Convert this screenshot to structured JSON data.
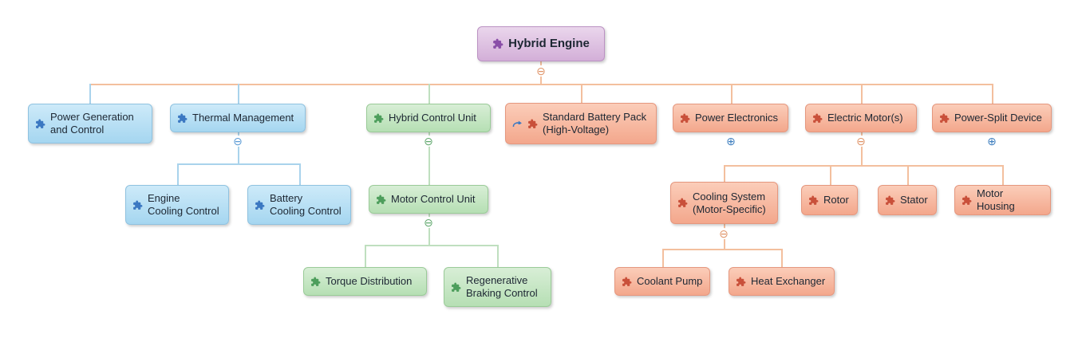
{
  "app": {
    "view": "mind-map-canvas"
  },
  "palette": {
    "node_purple": "#d3afd8",
    "node_blue": "#a5d6f0",
    "node_green": "#b6dfb4",
    "node_salmon": "#f3a78c",
    "edge_peach": "#f3bf9e",
    "edge_blue": "#a9d3ec",
    "edge_green": "#bfdfbf",
    "icon_blue": "#3b78c2",
    "icon_green": "#4d9e5c",
    "icon_red": "#c9503a",
    "icon_purple": "#8a4fa8",
    "toggle_orange": "#e0956a",
    "toggle_blue": "#3f7fbf",
    "toggle_green": "#62a96f"
  },
  "symbols": {
    "expanded": "⊖",
    "collapsed": "⊕"
  },
  "nodes": [
    {
      "label": "Hybrid Engine",
      "color": "purple",
      "icon": "puzzle-icon",
      "parent": null,
      "state": "expanded"
    },
    {
      "label": "Power Generation\nand Control",
      "color": "blue",
      "icon": "puzzle-icon",
      "parent": "Hybrid Engine",
      "state": "leaf"
    },
    {
      "label": "Thermal Management",
      "color": "blue",
      "icon": "puzzle-icon",
      "parent": "Hybrid Engine",
      "state": "expanded"
    },
    {
      "label": "Engine\nCooling Control",
      "color": "blue",
      "icon": "puzzle-icon",
      "parent": "Thermal Management",
      "state": "leaf"
    },
    {
      "label": "Battery\nCooling Control",
      "color": "blue",
      "icon": "puzzle-icon",
      "parent": "Thermal Management",
      "state": "leaf"
    },
    {
      "label": "Hybrid Control Unit",
      "color": "green",
      "icon": "puzzle-icon",
      "parent": "Hybrid Engine",
      "state": "expanded"
    },
    {
      "label": "Motor Control Unit",
      "color": "green",
      "icon": "puzzle-icon",
      "parent": "Hybrid Control Unit",
      "state": "expanded"
    },
    {
      "label": "Torque Distribution",
      "color": "green",
      "icon": "puzzle-icon",
      "parent": "Motor Control Unit",
      "state": "leaf"
    },
    {
      "label": "Regenerative\nBraking Control",
      "color": "green",
      "icon": "puzzle-icon",
      "parent": "Motor Control Unit",
      "state": "leaf"
    },
    {
      "label": "Standard Battery Pack\n(High-Voltage)",
      "color": "salmon",
      "icon": "puzzle-icon",
      "extra_icon": "relationship-arrow-icon",
      "parent": "Hybrid Engine",
      "state": "leaf"
    },
    {
      "label": "Power Electronics",
      "color": "salmon",
      "icon": "puzzle-icon",
      "parent": "Hybrid Engine",
      "state": "collapsed"
    },
    {
      "label": "Electric Motor(s)",
      "color": "salmon",
      "icon": "puzzle-icon",
      "parent": "Hybrid Engine",
      "state": "expanded"
    },
    {
      "label": "Cooling System\n(Motor-Specific)",
      "color": "salmon",
      "icon": "puzzle-icon",
      "parent": "Electric Motor(s)",
      "state": "expanded"
    },
    {
      "label": "Rotor",
      "color": "salmon",
      "icon": "puzzle-icon",
      "parent": "Electric Motor(s)",
      "state": "leaf"
    },
    {
      "label": "Stator",
      "color": "salmon",
      "icon": "puzzle-icon",
      "parent": "Electric Motor(s)",
      "state": "leaf"
    },
    {
      "label": "Motor Housing",
      "color": "salmon",
      "icon": "puzzle-icon",
      "parent": "Electric Motor(s)",
      "state": "leaf"
    },
    {
      "label": "Power-Split Device",
      "color": "salmon",
      "icon": "puzzle-icon",
      "parent": "Hybrid Engine",
      "state": "collapsed"
    },
    {
      "label": "Coolant Pump",
      "color": "salmon",
      "icon": "puzzle-icon",
      "parent": "Cooling System\n(Motor-Specific)",
      "state": "leaf"
    },
    {
      "label": "Heat Exchanger",
      "color": "salmon",
      "icon": "puzzle-icon",
      "parent": "Cooling System\n(Motor-Specific)",
      "state": "leaf"
    }
  ]
}
